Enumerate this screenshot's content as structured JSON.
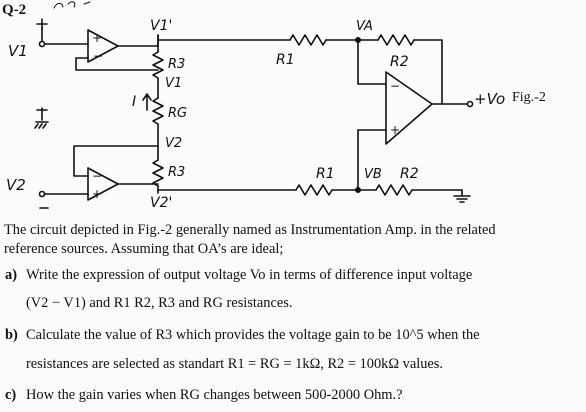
{
  "question_label": "Q-2",
  "figure_label": "Fig.-2",
  "circuit_labels": {
    "input_1": "V1",
    "input_2": "V2",
    "node_1_out": "V1'",
    "node_2_out": "V2'",
    "node_1": "V1",
    "node_2": "V2",
    "r3_top": "R3",
    "rg": "RG",
    "r3_bottom": "R3",
    "r1_top": "R1",
    "r2_top": "R2",
    "r1_bottom": "R1",
    "r2_bottom": "R2",
    "va": "VA",
    "vb": "VB",
    "vo": "+Vo",
    "current": "I"
  },
  "intro": {
    "line1": "The circuit depicted in Fig.-2 generally named as Instrumentation Amp. in the related",
    "line2": "reference sources. Assuming that OA’s are ideal;"
  },
  "questions": {
    "a_label": "a)",
    "a_line1": "Write the expression of output voltage Vo in terms of difference input voltage",
    "a_line2": "(V2 − V1) and R1 R2, R3 and RG resistances.",
    "b_label": "b)",
    "b_line1": "Calculate the value of R3 which provides the voltage gain to be 10^5 when the",
    "b_line2": "resistances are selected as standart R1 = RG = 1kΩ, R2 = 100kΩ values.",
    "c_label": "c)",
    "c_line1": "How the gain varies when RG changes between 500-2000 Ohm.?"
  }
}
